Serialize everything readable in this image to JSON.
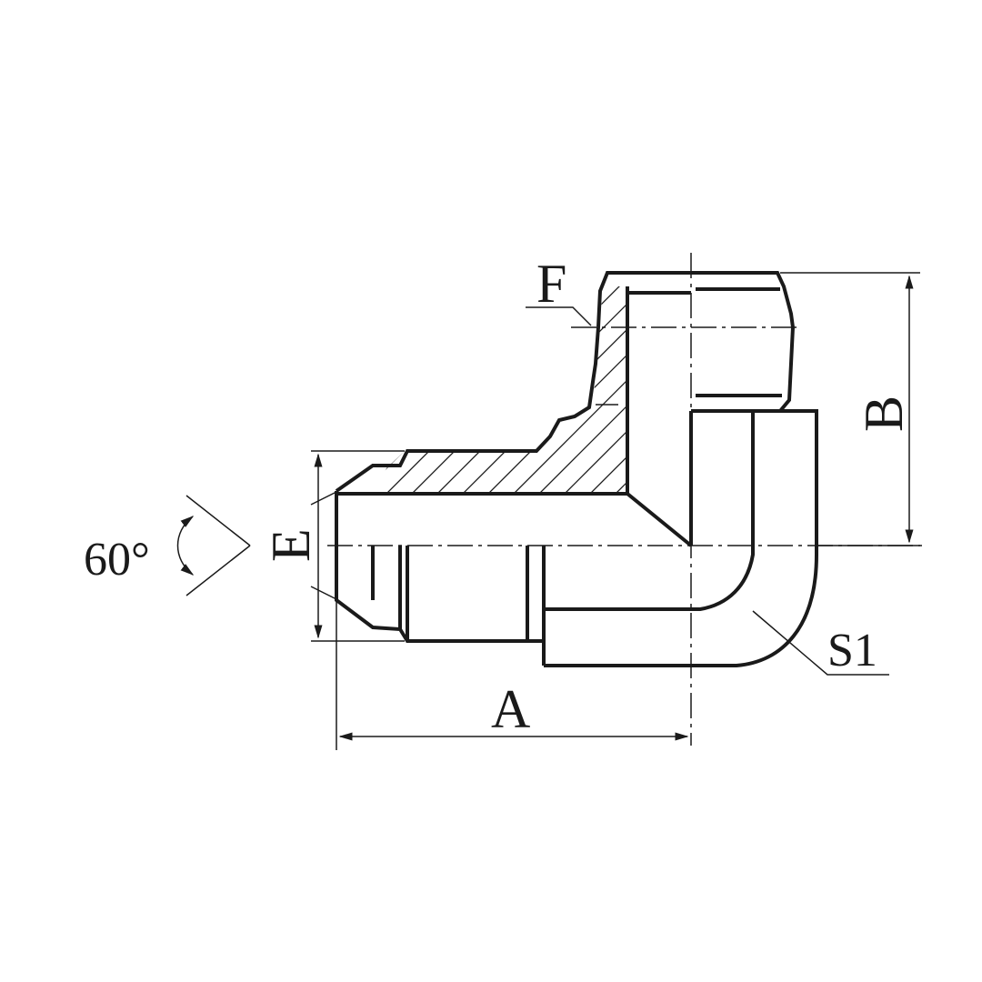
{
  "labels": {
    "angle": "60°",
    "dim_a": "A",
    "dim_b": "B",
    "dim_e": "E",
    "dim_f": "F",
    "dim_s1": "S1"
  },
  "colors": {
    "line": "#1a1a1a",
    "background": "#ffffff"
  }
}
